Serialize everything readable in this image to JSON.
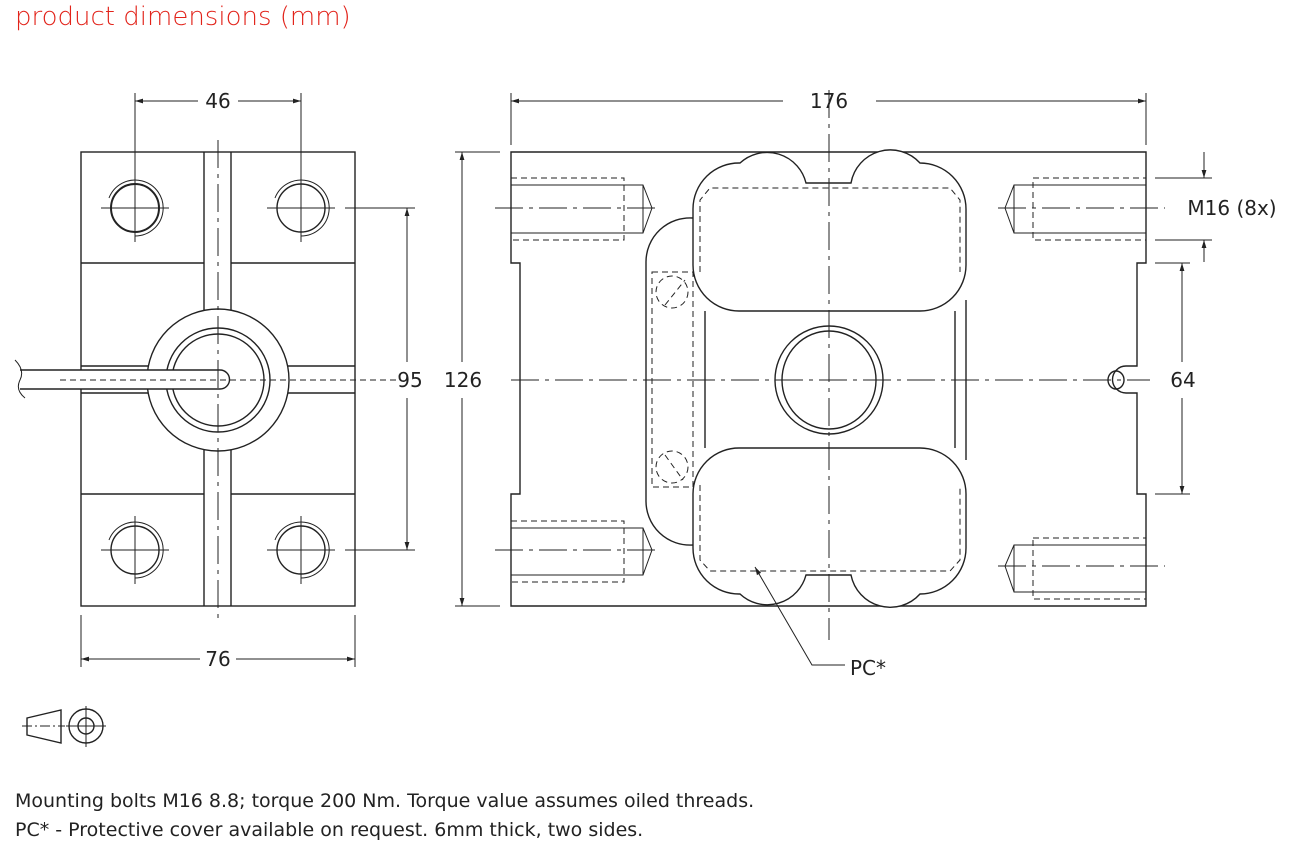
{
  "title": "product dimensions (mm)",
  "dimensions": {
    "bolt_spacing_width": "46",
    "bolt_spacing_height": "95",
    "height": "126",
    "width": "76",
    "length": "176",
    "thread": "M16 (8x)",
    "center_spacing": "64",
    "cover_label": "PC*"
  },
  "notes": [
    "Mounting bolts M16 8.8; torque 200 Nm. Torque value assumes oiled threads.",
    "PC* - Protective cover available on request. 6mm thick, two sides."
  ],
  "projection_symbol": "third-angle-projection-icon"
}
